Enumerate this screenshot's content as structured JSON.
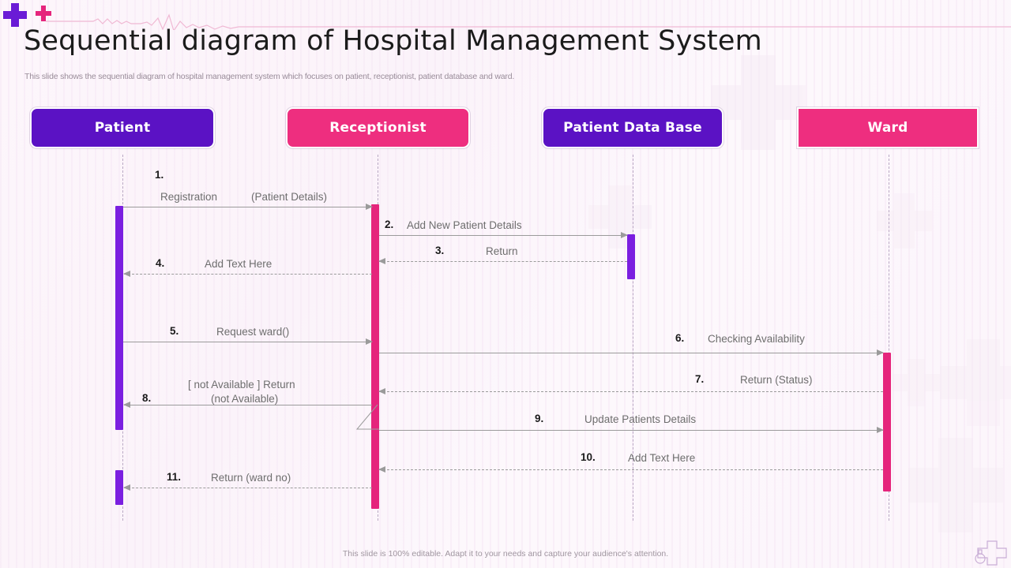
{
  "header": {
    "title": "Sequential diagram of Hospital Management System",
    "subtitle": "This slide shows the sequential diagram of hospital management system which focuses on patient, receptionist, patient database and ward."
  },
  "footer": {
    "note": "This slide is 100% editable. Adapt it to your needs and capture your audience's attention."
  },
  "colors": {
    "purple": "#5B12C4",
    "purple_bar": "#7B1FE0",
    "pink": "#EE2E7F",
    "pink_bar": "#E5257C",
    "lifeline": "#b9a8c4",
    "arrow": "#9b9b9b",
    "title_text": "#1b1b1b",
    "muted_text": "#6e6e6e"
  },
  "actors": [
    {
      "id": "patient",
      "label": "Patient",
      "color": "purple",
      "shape": "rounded"
    },
    {
      "id": "reception",
      "label": "Receptionist",
      "color": "pink",
      "shape": "rounded"
    },
    {
      "id": "database",
      "label": "Patient Data Base",
      "color": "purple",
      "shape": "rounded"
    },
    {
      "id": "ward",
      "label": "Ward",
      "color": "pink",
      "shape": "square"
    }
  ],
  "messages": [
    {
      "num": "1.",
      "text": "Registration",
      "text2": "(Patient Details)",
      "from": "patient",
      "to": "reception",
      "style": "solid"
    },
    {
      "num": "2.",
      "text": "Add New Patient Details",
      "text2": "",
      "from": "reception",
      "to": "database",
      "style": "solid"
    },
    {
      "num": "3.",
      "text": "Return",
      "text2": "",
      "from": "database",
      "to": "reception",
      "style": "dashed"
    },
    {
      "num": "4.",
      "text": "Add Text Here",
      "text2": "",
      "from": "reception",
      "to": "patient",
      "style": "dashed"
    },
    {
      "num": "5.",
      "text": "Request ward()",
      "text2": "",
      "from": "patient",
      "to": "reception",
      "style": "solid"
    },
    {
      "num": "6.",
      "text": "Checking Availability",
      "text2": "",
      "from": "reception",
      "to": "ward",
      "style": "solid"
    },
    {
      "num": "7.",
      "text": "Return (Status)",
      "text2": "",
      "from": "ward",
      "to": "reception",
      "style": "dashed"
    },
    {
      "num": "8.",
      "text": "[ not Available ] Return",
      "text2": "(not Available)",
      "from": "reception",
      "to": "patient",
      "style": "solid"
    },
    {
      "num": "9.",
      "text": "Update Patients Details",
      "text2": "",
      "from": "reception",
      "to": "ward",
      "style": "solid"
    },
    {
      "num": "10.",
      "text": "Add Text Here",
      "text2": "",
      "from": "ward",
      "to": "reception",
      "style": "dashed"
    },
    {
      "num": "11.",
      "text": "Return (ward no)",
      "text2": "",
      "from": "reception",
      "to": "patient",
      "style": "dashed"
    }
  ],
  "decorations": {
    "cross_large": "medical-cross-purple",
    "cross_small": "medical-cross-pink",
    "ekg": "heartbeat-line",
    "corner": "outline-cross-bottom-right"
  }
}
